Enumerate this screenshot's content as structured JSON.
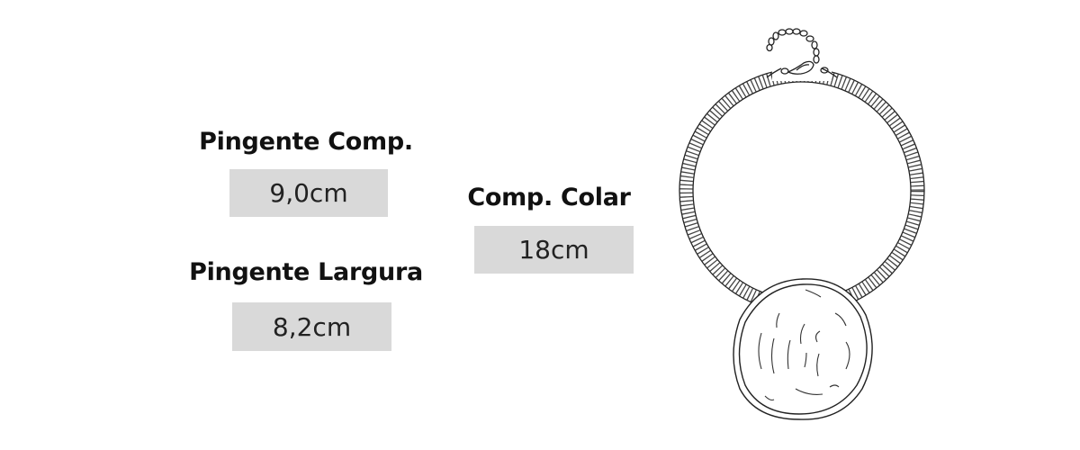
{
  "specs": [
    {
      "label": "Pingente Comp.",
      "value": "9,0cm"
    },
    {
      "label": "Comp. Colar",
      "value": "18cm"
    },
    {
      "label": "Pingente Largura",
      "value": "8,2cm"
    }
  ],
  "colors": {
    "box": "#d9d9d9",
    "text": "#111111",
    "line": "#222222"
  },
  "illustration": {
    "icon": "necklace-icon"
  }
}
